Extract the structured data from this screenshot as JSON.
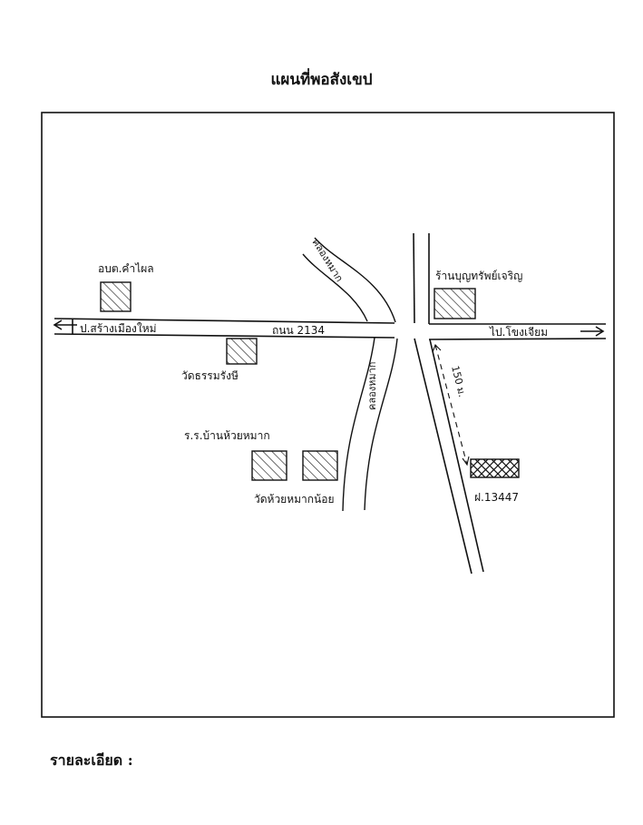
{
  "title": "แผนที่พอสังเขป",
  "details_label": "รายละเอียด :",
  "map": {
    "labels": {
      "obt": "อบต.คำไผล",
      "to_village_left": "ป.สร้างเมืองใหม่",
      "road_name": "ถนน 2134",
      "to_right": "ไป.โขงเจียม",
      "wat_left": "วัดธรรมรังษี",
      "school": "ร.ร.บ้านห้วยหมาก",
      "wat_bottom": "วัดห้วยหมากน้อย",
      "canal_top": "คลองหมาก",
      "canal_bottom": "คลองหมาก",
      "shop": "ร้านบุญทรัพย์เจริญ",
      "distance": "150 ม.",
      "lot": "ฝ.13447"
    }
  }
}
